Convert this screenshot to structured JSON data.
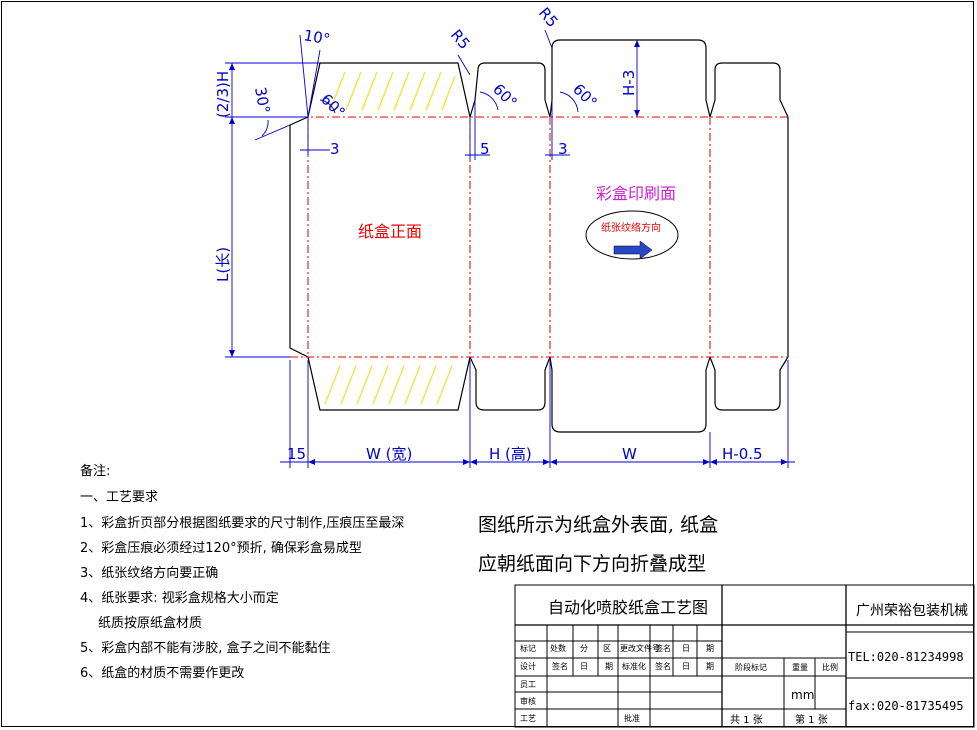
{
  "drawing": {
    "dimensions": {
      "angle_10": "10°",
      "angle_30": "30°",
      "angle_60_a": "60°",
      "angle_60_b": "60°",
      "angle_60_c": "60°",
      "radius_a": "R5",
      "radius_b": "R5",
      "height_2_3": "(2/3)H",
      "h_minus_3": "H-3",
      "length": "L(长)",
      "off_3_a": "3",
      "off_5": "5",
      "off_3_b": "3",
      "w15": "15",
      "width": "W (宽)",
      "height": "H (高)",
      "width2": "W",
      "h_minus_05": "H-0.5"
    },
    "labels": {
      "front": "纸盒正面",
      "print_face": "彩盒印刷面",
      "grain": "纸张纹络方向"
    }
  },
  "notes": {
    "title": "备注:",
    "section": "一、工艺要求",
    "items": [
      "1、彩盒折页部分根据图纸要求的尺寸制作,压痕压至最深",
      "2、彩盒压痕必须经过120°预折, 确保彩盒易成型",
      "3、纸张纹络方向要正确",
      "4、纸张要求: 视彩盒规格大小而定",
      "纸质按原纸盒材质",
      "5、彩盒内部不能有涉胶, 盒子之间不能黏住",
      "6、纸盒的材质不需要作更改"
    ]
  },
  "statement": {
    "line1": "图纸所示为纸盒外表面, 纸盒",
    "line2": "应朝纸面向下方向折叠成型"
  },
  "title_block": {
    "title": "自动化喷胶纸盒工艺图",
    "company": "广州荣裕包装机械",
    "tel": "TEL:020-81234998",
    "fax": "fax:020-81735495",
    "row1": [
      "标记",
      "处数",
      "分",
      "区",
      "更改文件号",
      "签名",
      "日",
      "期"
    ],
    "row2": [
      "设计",
      "签名",
      "日",
      "期",
      "标准化",
      "签名",
      "日",
      "期"
    ],
    "side": [
      "员工",
      "审核",
      "工艺"
    ],
    "approve": "批准",
    "stage_mark": "阶段标记",
    "weight": "重量",
    "scale": "比例",
    "unit": "mm",
    "total_sheets": "共 1 张",
    "sheet_no": "第 1 张"
  }
}
